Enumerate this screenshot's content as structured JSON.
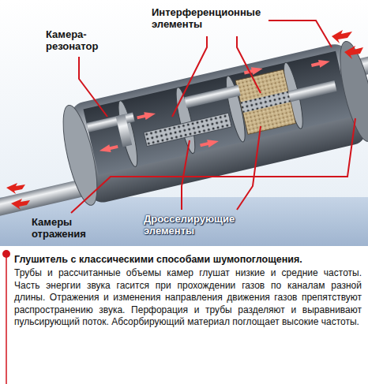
{
  "diagram": {
    "title": "Глушитель с классическими способами шумопоглощения.",
    "caption": "Трубы и рассчитанные объемы камер глушат низкие и средние частоты. Часть энергии звука гасится при прохождении газов по каналам разной длины. Отражения и изменения направления движения газов препятствуют распространению звука. Перфорация и трубы разделяют и выравнивают пульсирующий поток. Абсорбирующий материал поглощает высокие частоты.",
    "labels": [
      "Камера-резонатор",
      "Интерференционные элементы",
      "Камеры отражения",
      "Дросселирующие элементы"
    ]
  }
}
